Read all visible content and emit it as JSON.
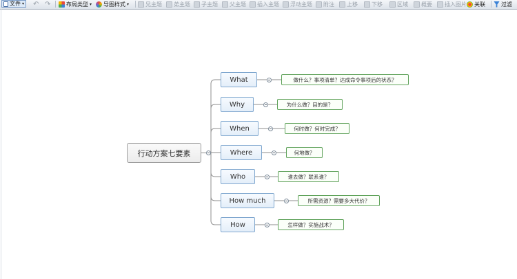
{
  "toolbar": {
    "file": "文件",
    "layout_type": "布局类型",
    "map_style": "导图样式",
    "sibling_topic": "兄主题",
    "younger_topic": "弟主题",
    "child_topic": "子主题",
    "parent_topic": "父主题",
    "insert_topic": "插入主题",
    "floating_topic": "浮动主题",
    "note": "附注",
    "move_up": "上移",
    "move_down": "下移",
    "region": "区域",
    "summary": "概要",
    "insert_image": "插入图片",
    "relation": "关联",
    "filter": "过滤"
  },
  "mindmap": {
    "root": "行动方案七要素",
    "branches": [
      {
        "label": "What",
        "detail": "做什么？事项清单？达成命令事项后的状态？"
      },
      {
        "label": "Why",
        "detail": "为什么做？目的是？"
      },
      {
        "label": "When",
        "detail": "何时做？何时完成？"
      },
      {
        "label": "Where",
        "detail": "何地做？"
      },
      {
        "label": "Who",
        "detail": "谁去做？联系谁？"
      },
      {
        "label": "How much",
        "detail": "所需资源？需要多大代价？"
      },
      {
        "label": "How",
        "detail": "怎样做？实施战术？"
      }
    ]
  },
  "colors": {
    "branch_border": "#7fa7cf",
    "leaf_border": "#5fa25a",
    "connector": "#8c8c8c"
  }
}
